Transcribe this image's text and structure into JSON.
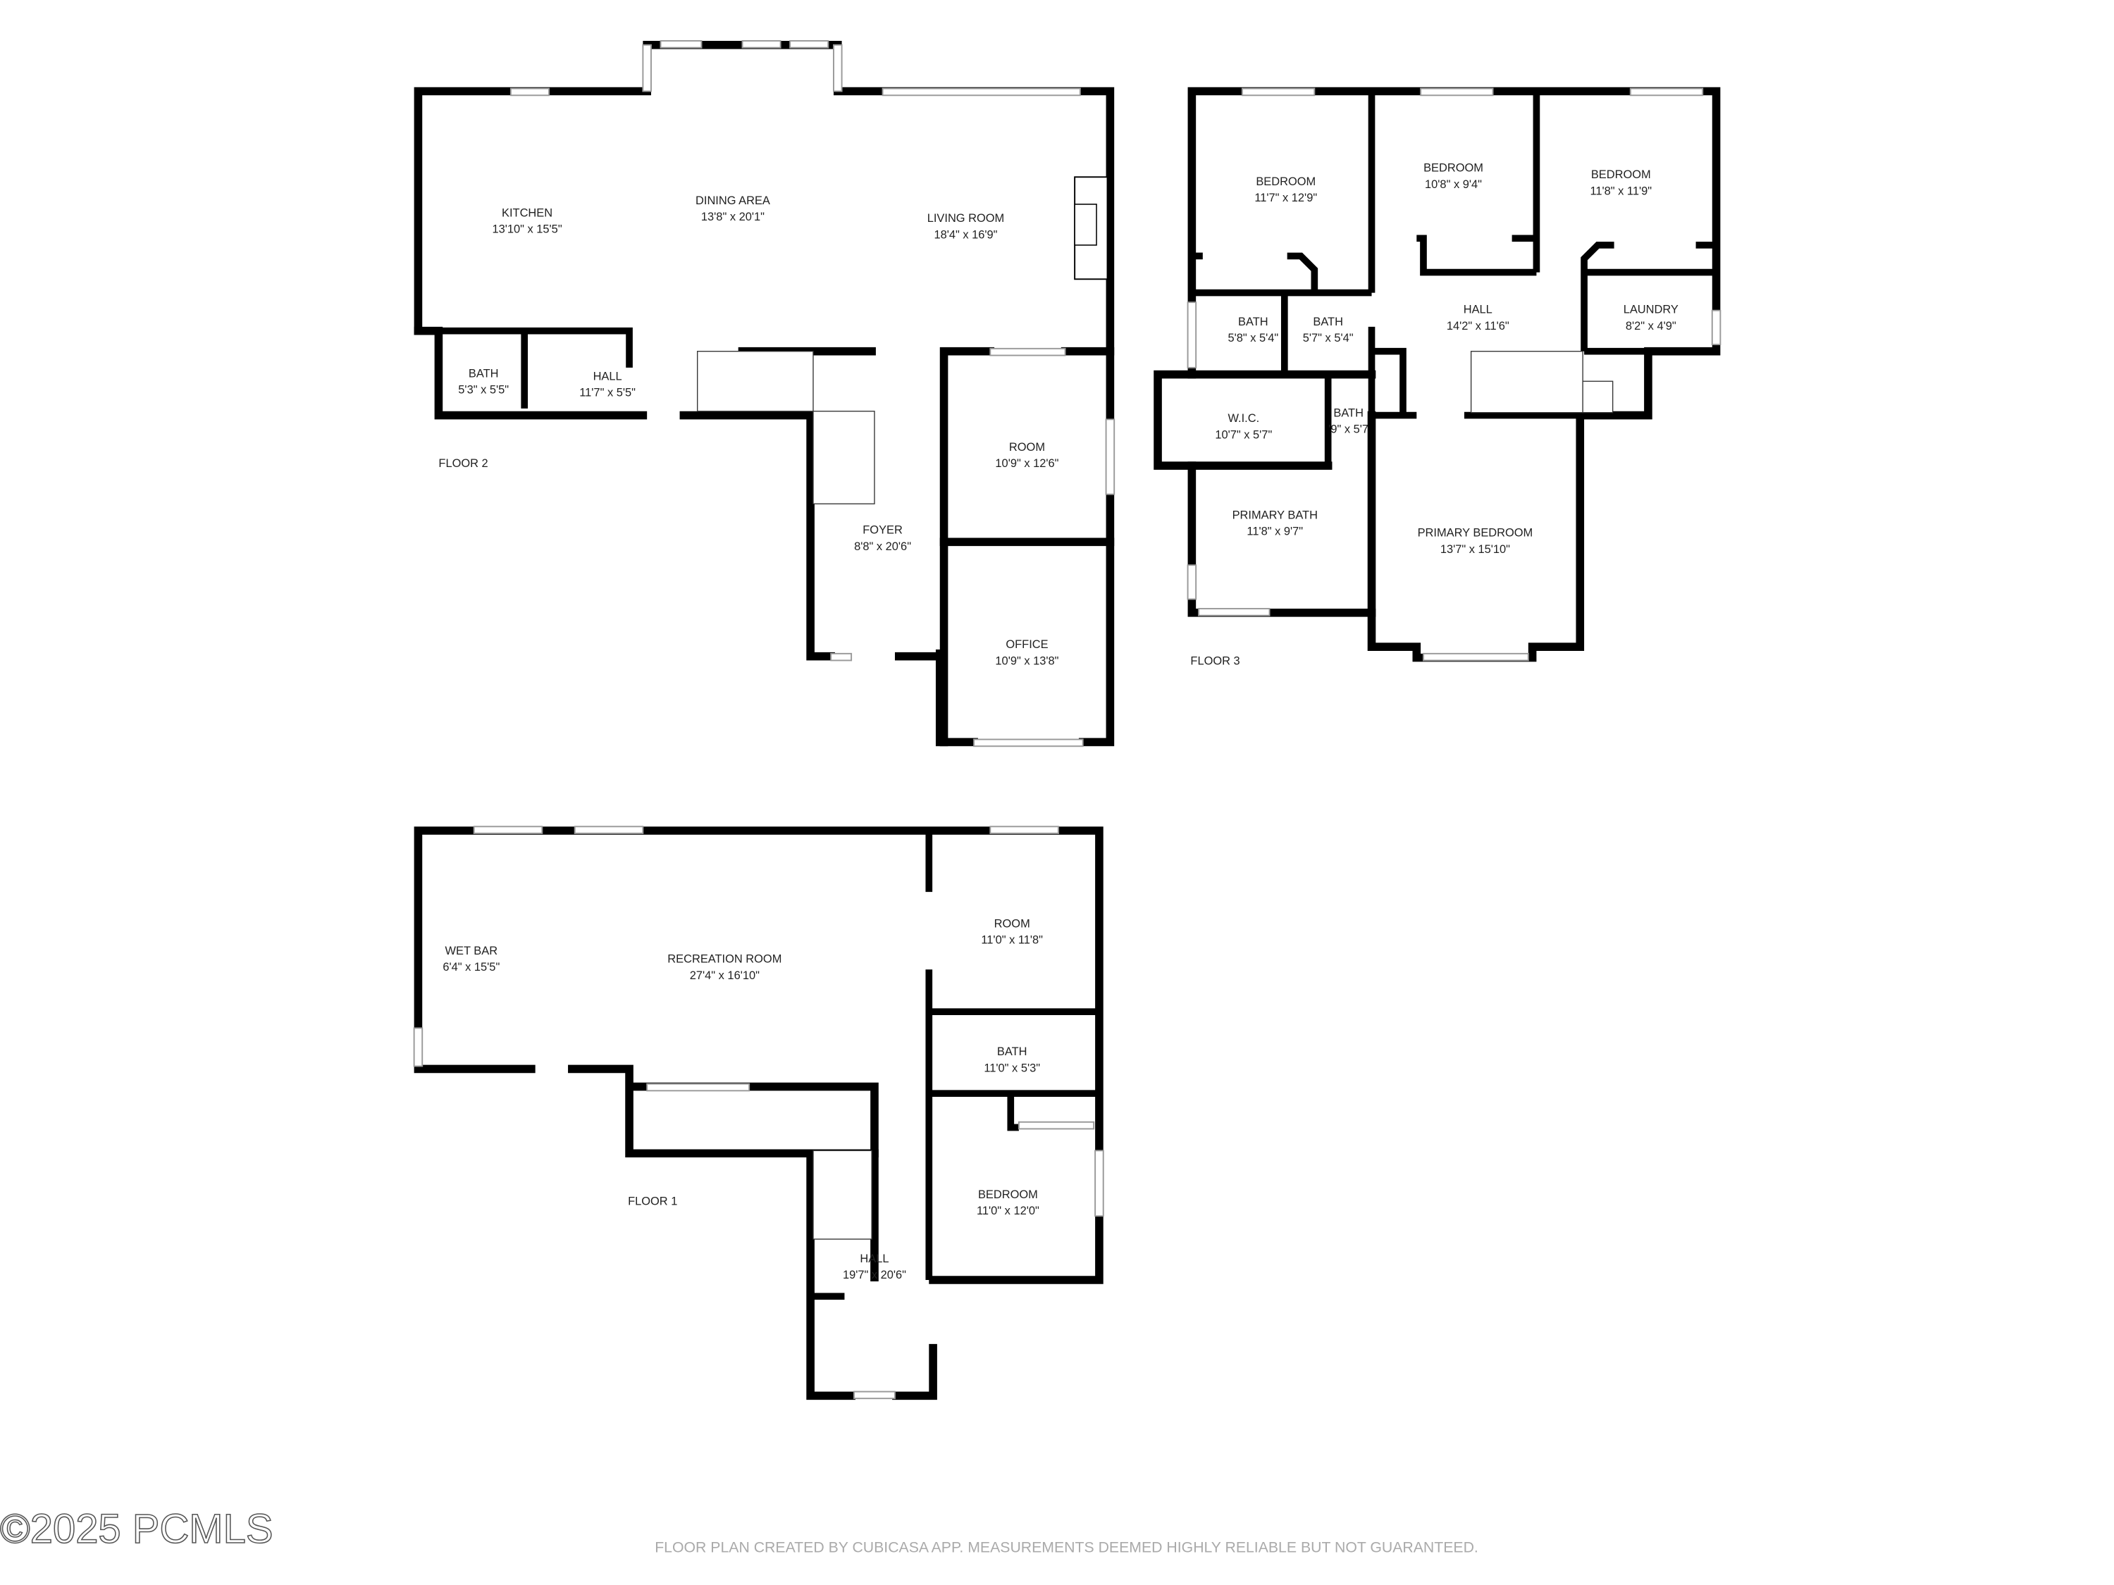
{
  "floor2": {
    "label": "FLOOR 2",
    "rooms": [
      {
        "name": "KITCHEN",
        "size": "13'10\" x 15'5\""
      },
      {
        "name": "DINING AREA",
        "size": "13'8\" x 20'1\""
      },
      {
        "name": "LIVING ROOM",
        "size": "18'4\" x 16'9\""
      },
      {
        "name": "BATH",
        "size": "5'3\" x 5'5\""
      },
      {
        "name": "HALL",
        "size": "11'7\" x 5'5\""
      },
      {
        "name": "ROOM",
        "size": "10'9\" x 12'6\""
      },
      {
        "name": "FOYER",
        "size": "8'8\" x 20'6\""
      },
      {
        "name": "OFFICE",
        "size": "10'9\" x 13'8\""
      }
    ]
  },
  "floor3": {
    "label": "FLOOR 3",
    "rooms": [
      {
        "name": "BEDROOM",
        "size": "11'7\" x 12'9\""
      },
      {
        "name": "BEDROOM",
        "size": "10'8\" x 9'4\""
      },
      {
        "name": "BEDROOM",
        "size": "11'8\" x 11'9\""
      },
      {
        "name": "BATH",
        "size": "5'8\" x 5'4\""
      },
      {
        "name": "BATH",
        "size": "5'7\" x 5'4\""
      },
      {
        "name": "HALL",
        "size": "14'2\" x 11'6\""
      },
      {
        "name": "LAUNDRY",
        "size": "8'2\" x 4'9\""
      },
      {
        "name": "W.I.C.",
        "size": "10'7\" x 5'7\""
      },
      {
        "name": "BATH",
        "size": "'9\" x 5'7"
      },
      {
        "name": "PRIMARY BATH",
        "size": "11'8\" x 9'7\""
      },
      {
        "name": "PRIMARY BEDROOM",
        "size": "13'7\" x 15'10\""
      }
    ]
  },
  "floor1": {
    "label": "FLOOR 1",
    "rooms": [
      {
        "name": "WET BAR",
        "size": "6'4\" x 15'5\""
      },
      {
        "name": "RECREATION ROOM",
        "size": "27'4\" x 16'10\""
      },
      {
        "name": "ROOM",
        "size": "11'0\" x 11'8\""
      },
      {
        "name": "BATH",
        "size": "11'0\" x 5'3\""
      },
      {
        "name": "BEDROOM",
        "size": "11'0\" x 12'0\""
      },
      {
        "name": "HALL",
        "size": "19'7\" x 20'6\""
      }
    ]
  },
  "watermark": "©2025 PCMLS",
  "footer": "FLOOR PLAN CREATED BY CUBICASA APP. MEASUREMENTS DEEMED HIGHLY RELIABLE BUT NOT GUARANTEED."
}
